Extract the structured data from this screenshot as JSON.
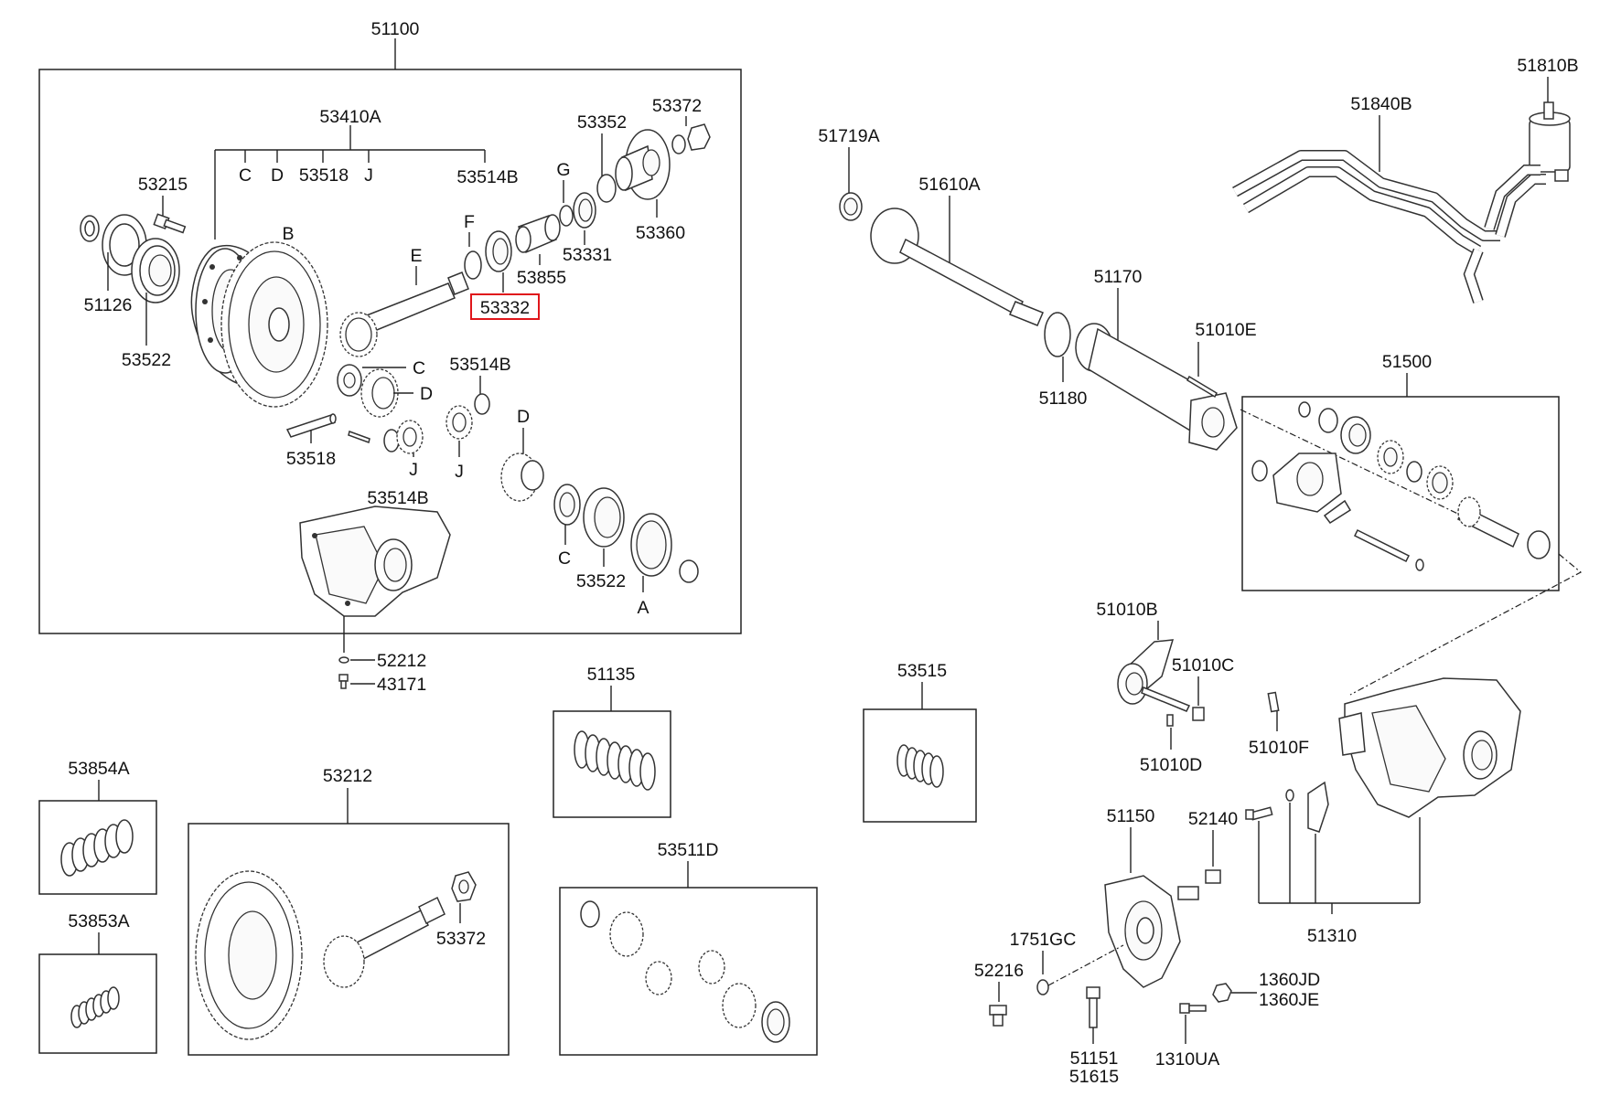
{
  "diagram": {
    "highlighted_part": "53332",
    "labels": {
      "p51100": "51100",
      "p53410A": "53410A",
      "sC1": "C",
      "sD1": "D",
      "s53518a": "53518",
      "sJ1": "J",
      "s53514Ba": "53514B",
      "p53352": "53352",
      "p53372a": "53372",
      "pG": "G",
      "p53360": "53360",
      "p53331": "53331",
      "pF": "F",
      "p53855": "53855",
      "p53332": "53332",
      "p53215": "53215",
      "pB": "B",
      "pE": "E",
      "p51126": "51126",
      "p53522a": "53522",
      "pC2": "C",
      "pD2": "D",
      "p53514Bb": "53514B",
      "p53518b": "53518",
      "pJ2": "J",
      "pJ3": "J",
      "p53514Bc": "53514B",
      "pD3": "D",
      "pC3": "C",
      "p53522b": "53522",
      "pA": "A",
      "p52212": "52212",
      "p43171": "43171",
      "p51135": "51135",
      "p53515": "53515",
      "p53854A": "53854A",
      "p53853A": "53853A",
      "p53212": "53212",
      "p53372b": "53372",
      "p53511D": "53511D",
      "p51719A": "51719A",
      "p51610A": "51610A",
      "p51170": "51170",
      "p51180": "51180",
      "p51010E": "51010E",
      "p51810B": "51810B",
      "p51840B": "51840B",
      "p51500": "51500",
      "p51010B": "51010B",
      "p51010C": "51010C",
      "p51010D": "51010D",
      "p51010F": "51010F",
      "p51150": "51150",
      "p52140": "52140",
      "p1751GC": "1751GC",
      "p52216": "52216",
      "p1360JD": "1360JD",
      "p1360JE": "1360JE",
      "p51151": "51151",
      "p51615": "51615",
      "p1310UA": "1310UA",
      "p51310": "51310"
    }
  }
}
